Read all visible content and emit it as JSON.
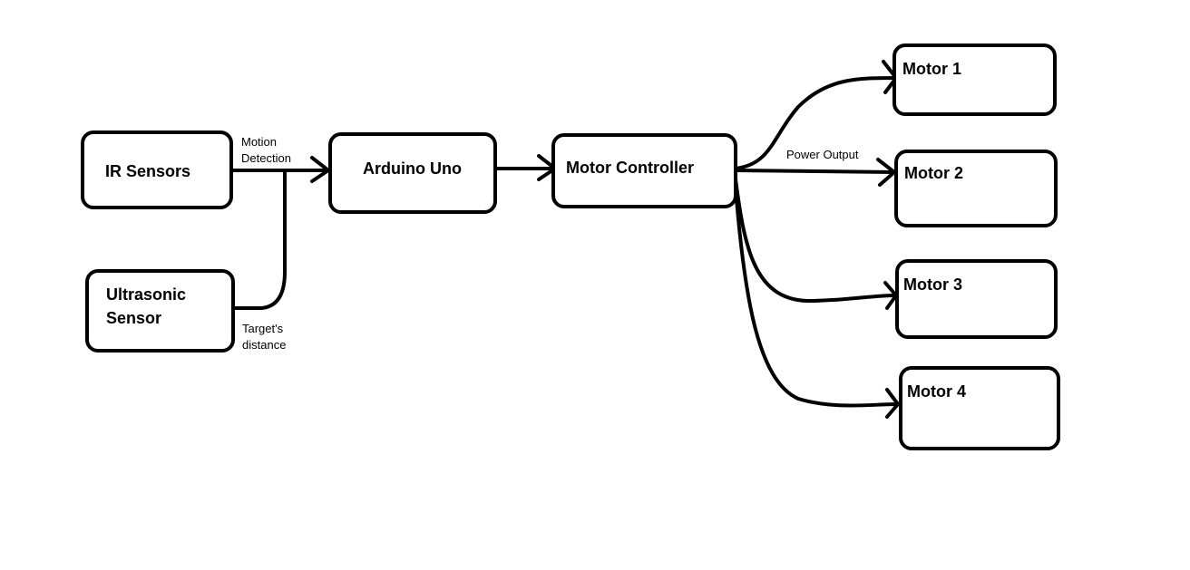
{
  "nodes": {
    "ir_sensors": "IR Sensors",
    "ultrasonic_line1": "Ultrasonic",
    "ultrasonic_line2": "Sensor",
    "arduino": "Arduino Uno",
    "motor_controller": "Motor Controller",
    "motor1": "Motor 1",
    "motor2": "Motor 2",
    "motor3": "Motor 3",
    "motor4": "Motor 4"
  },
  "edges": {
    "motion_line1": "Motion",
    "motion_line2": "Detection",
    "target_line1": "Target's",
    "target_line2": "distance",
    "power_output": "Power Output"
  }
}
